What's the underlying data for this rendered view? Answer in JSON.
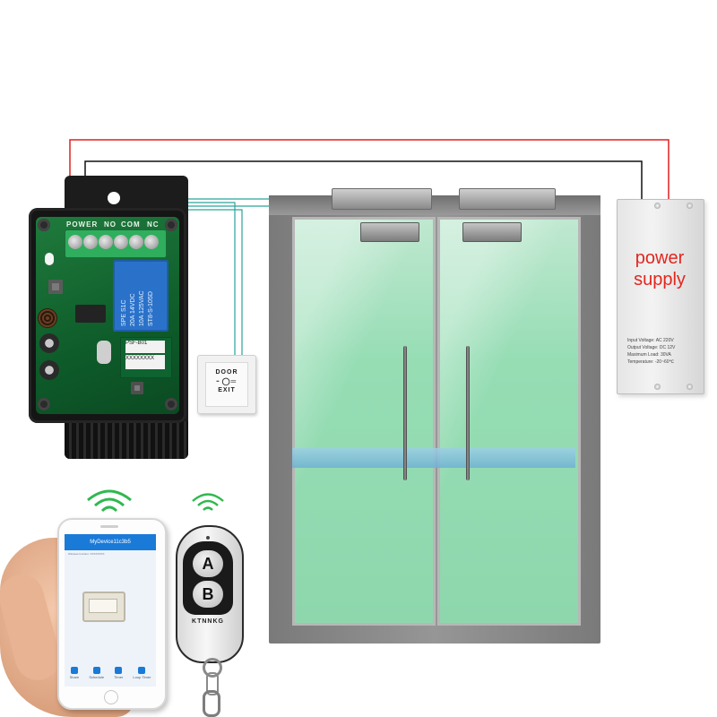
{
  "colors": {
    "wire_red": "#e02020",
    "wire_black": "#111111",
    "wire_teal": "#2aa39a",
    "psu_text": "#e3261e",
    "glass": "#96ddb4",
    "app_blue": "#1a7ad8"
  },
  "relay_module": {
    "terminal_labels": [
      "POWER",
      "NO",
      "COM",
      "NC"
    ],
    "relay_text": [
      "SPE S1C",
      "20A 14VDC",
      "10A 125VAC",
      "ST8-S-105D"
    ],
    "rf_label_1": "PSF-B01",
    "rf_label_2": "XXXXXXXX"
  },
  "exit_switch": {
    "line1": "DOOR",
    "key_icon": "╴◯═",
    "line2": "EXIT"
  },
  "power_supply": {
    "title_line1": "power",
    "title_line2": "supply",
    "specs": [
      "Input Voltage: AC 220V",
      "Output Voltage: DC 12V",
      "Maximum Load: 30VA",
      "Temperature: -20~60℃"
    ]
  },
  "phone_app": {
    "device_name": "MyDevice11c3b5",
    "subtitle": "Wireless function: XXXXXXXX",
    "tabs": [
      "Share",
      "Schedule",
      "Timer",
      "Loop Timer"
    ]
  },
  "remote": {
    "button_a": "A",
    "button_b": "B",
    "brand": "KTNNKG"
  }
}
